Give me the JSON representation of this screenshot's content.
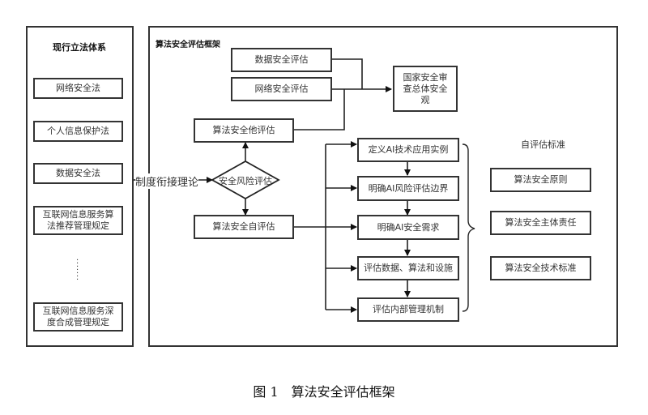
{
  "left_panel": {
    "title": "现行立法体系",
    "laws": [
      "网络安全法",
      "个人信息保护法",
      "数据安全法",
      "互联网信息服务算法推荐管理规定",
      "互联网信息服务深度合成管理规定"
    ],
    "ellipsis": "······"
  },
  "connector_label": "制度衔接理论",
  "framework": {
    "title": "算法安全评估框架",
    "data_security_eval": "数据安全评估",
    "network_security_eval": "网络安全评估",
    "national_review": "国家安全审查总体安全观",
    "external_eval": "算法安全他评估",
    "risk_eval": "安全风险评估",
    "self_eval": "算法安全自评估",
    "steps": [
      "定义AI技术应用实例",
      "明确AI风险评估边界",
      "明确AI安全需求",
      "评估数据、算法和设施",
      "评估内部管理机制"
    ],
    "standards": {
      "title": "自评估标准",
      "items": [
        "算法安全原则",
        "算法安全主体责任",
        "算法安全技术标准"
      ]
    }
  },
  "caption": "图 1　算法安全评估框架"
}
